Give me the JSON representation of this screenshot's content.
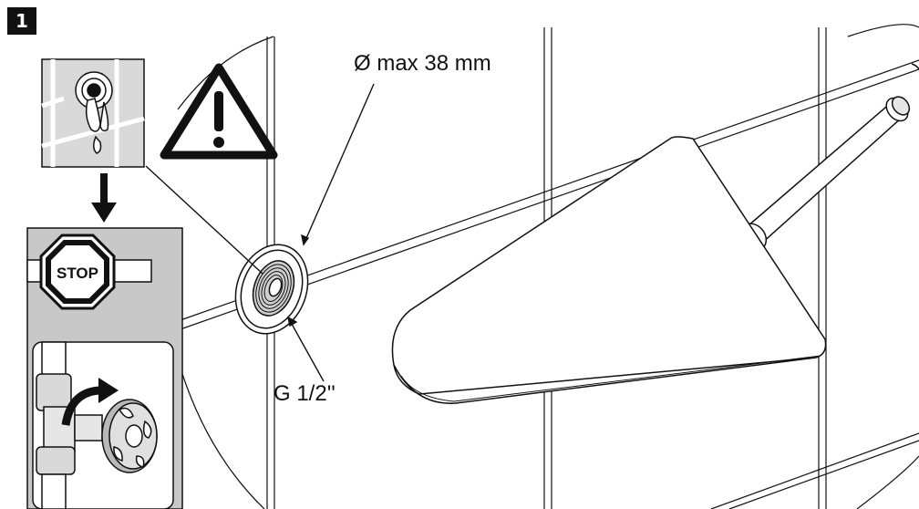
{
  "step_number": "1",
  "labels": {
    "max_diameter": "Ø max 38 mm",
    "thread_size": "G 1/2''",
    "stop_sign_text": "STOP"
  },
  "icons": [
    "dripping-water-icon",
    "warning-triangle-icon",
    "down-arrow-icon",
    "stop-sign-icon",
    "valve-rotate-arrow-icon"
  ],
  "colors": {
    "line": "#111111",
    "panel_gray": "#c8c8c8",
    "light_gray": "#e6e6e6",
    "badge": "#111111"
  }
}
